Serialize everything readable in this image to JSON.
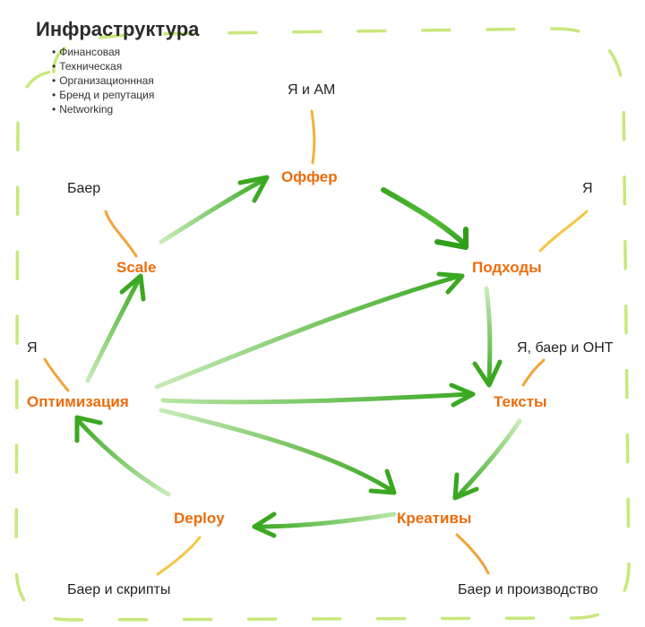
{
  "header": {
    "title": "Инфраструктура",
    "items": [
      "Финансовая",
      "Техническая",
      "Организационнная",
      "Бренд и репутация",
      "Networking"
    ]
  },
  "nodes": {
    "offer": "Оффер",
    "approaches": "Подходы",
    "texts": "Тексты",
    "creatives": "Креативы",
    "deploy": "Deploy",
    "optimization": "Оптимизация",
    "scale": "Scale"
  },
  "owners": {
    "offer": "Я и АМ",
    "approaches": "Я",
    "texts": "Я, баер и ОНТ",
    "creatives": "Баер и производство",
    "deploy": "Баер и скрипты",
    "optimization": "Я",
    "scale": "Баер"
  },
  "colors": {
    "node_text": "#ec6c0d",
    "arrow_dark": "#3aa821",
    "arrow_light": "#b9e6a8",
    "connector_orange": "#f3a33a",
    "connector_yellow": "#f5c542",
    "dashed_border": "#c8e87a"
  }
}
